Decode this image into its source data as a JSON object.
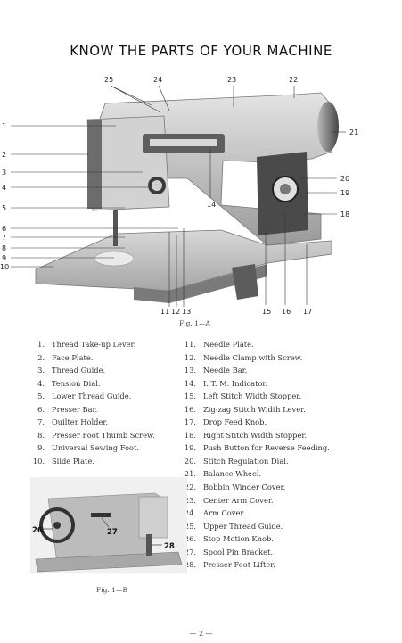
{
  "title": "KNOW THE PARTS OF YOUR MACHINE",
  "figure_a": {
    "caption": "Fig. 1—A",
    "callouts_left": [
      "1",
      "2",
      "3",
      "4",
      "5",
      "6",
      "7",
      "8",
      "9",
      "10"
    ],
    "callouts_top": [
      "25",
      "24",
      "23",
      "22"
    ],
    "callouts_right": [
      "21",
      "20",
      "19",
      "18"
    ],
    "callouts_bottom": [
      "11",
      "12",
      "13",
      "14",
      "15",
      "16",
      "17"
    ]
  },
  "parts_left": [
    {
      "num": "1.",
      "label": "Thread Take-up Lever."
    },
    {
      "num": "2.",
      "label": "Face Plate."
    },
    {
      "num": "3.",
      "label": "Thread Guide."
    },
    {
      "num": "4.",
      "label": "Tension Dial."
    },
    {
      "num": "5.",
      "label": "Lower Thread Guide."
    },
    {
      "num": "6.",
      "label": "Presser Bar."
    },
    {
      "num": "7.",
      "label": "Quilter Holder."
    },
    {
      "num": "8.",
      "label": "Presser Foot Thumb Screw."
    },
    {
      "num": "9.",
      "label": "Universal Sewing Foot."
    },
    {
      "num": "10.",
      "label": "Slide Plate."
    }
  ],
  "parts_right": [
    {
      "num": "11.",
      "label": "Needle Plate."
    },
    {
      "num": "12.",
      "label": "Needle Clamp with Screw."
    },
    {
      "num": "13.",
      "label": "Needle Bar."
    },
    {
      "num": "14.",
      "label": "I. T. M. Indicator."
    },
    {
      "num": "15.",
      "label": "Left Stitch Width Stopper."
    },
    {
      "num": "16.",
      "label": "Zig-zag Stitch Width Lever."
    },
    {
      "num": "17.",
      "label": "Drop Feed Knob."
    },
    {
      "num": "18.",
      "label": "Right Stitch Width Stopper."
    },
    {
      "num": "19.",
      "label": "Push Button for Reverse Feeding."
    },
    {
      "num": "20.",
      "label": "Stitch Regulation Dial."
    },
    {
      "num": "21.",
      "label": "Balance Wheel."
    },
    {
      "num": "22.",
      "label": "Bobbin Winder Cover."
    },
    {
      "num": "23.",
      "label": "Center Arm Cover."
    },
    {
      "num": "24.",
      "label": "Arm Cover."
    },
    {
      "num": "25.",
      "label": "Upper Thread Guide."
    },
    {
      "num": "26.",
      "label": "Stop Motion Knob."
    },
    {
      "num": "27.",
      "label": "Spool Pin Bracket."
    },
    {
      "num": "28.",
      "label": "Presser Foot Lifter."
    }
  ],
  "figure_b": {
    "caption": "Fig. 1—B",
    "callouts": [
      "26",
      "27",
      "28"
    ]
  },
  "page_number": "— 2 —"
}
